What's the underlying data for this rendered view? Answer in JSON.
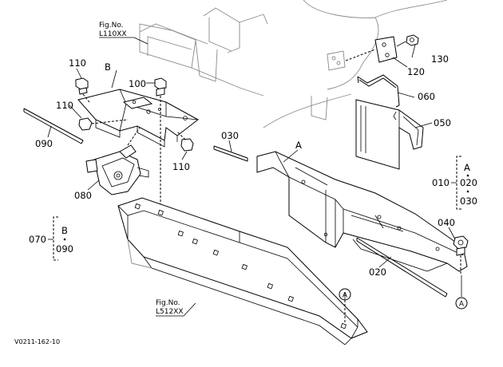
{
  "fig_refs": [
    {
      "line1": "Fig.No.",
      "line2": "L110XX"
    },
    {
      "line1": "Fig.No.",
      "line2": "L512XX"
    }
  ],
  "parts": {
    "p110a": "110",
    "p110b": "110",
    "p110c": "110",
    "p100": "100",
    "p090": "090",
    "p080": "080",
    "p030": "030",
    "p020": "020",
    "p050": "050",
    "p060": "060",
    "p120": "120",
    "p130": "130",
    "p040": "040",
    "p010": "010",
    "p070": "070"
  },
  "group_010": {
    "letter": "A",
    "items": [
      "020",
      "030"
    ]
  },
  "group_070": {
    "letter": "B",
    "items": [
      "090"
    ]
  },
  "letters": {
    "a_main": "A",
    "b_main": "B",
    "circ1": "A",
    "circ2": "A"
  },
  "footer_code": "V0211-162-10"
}
